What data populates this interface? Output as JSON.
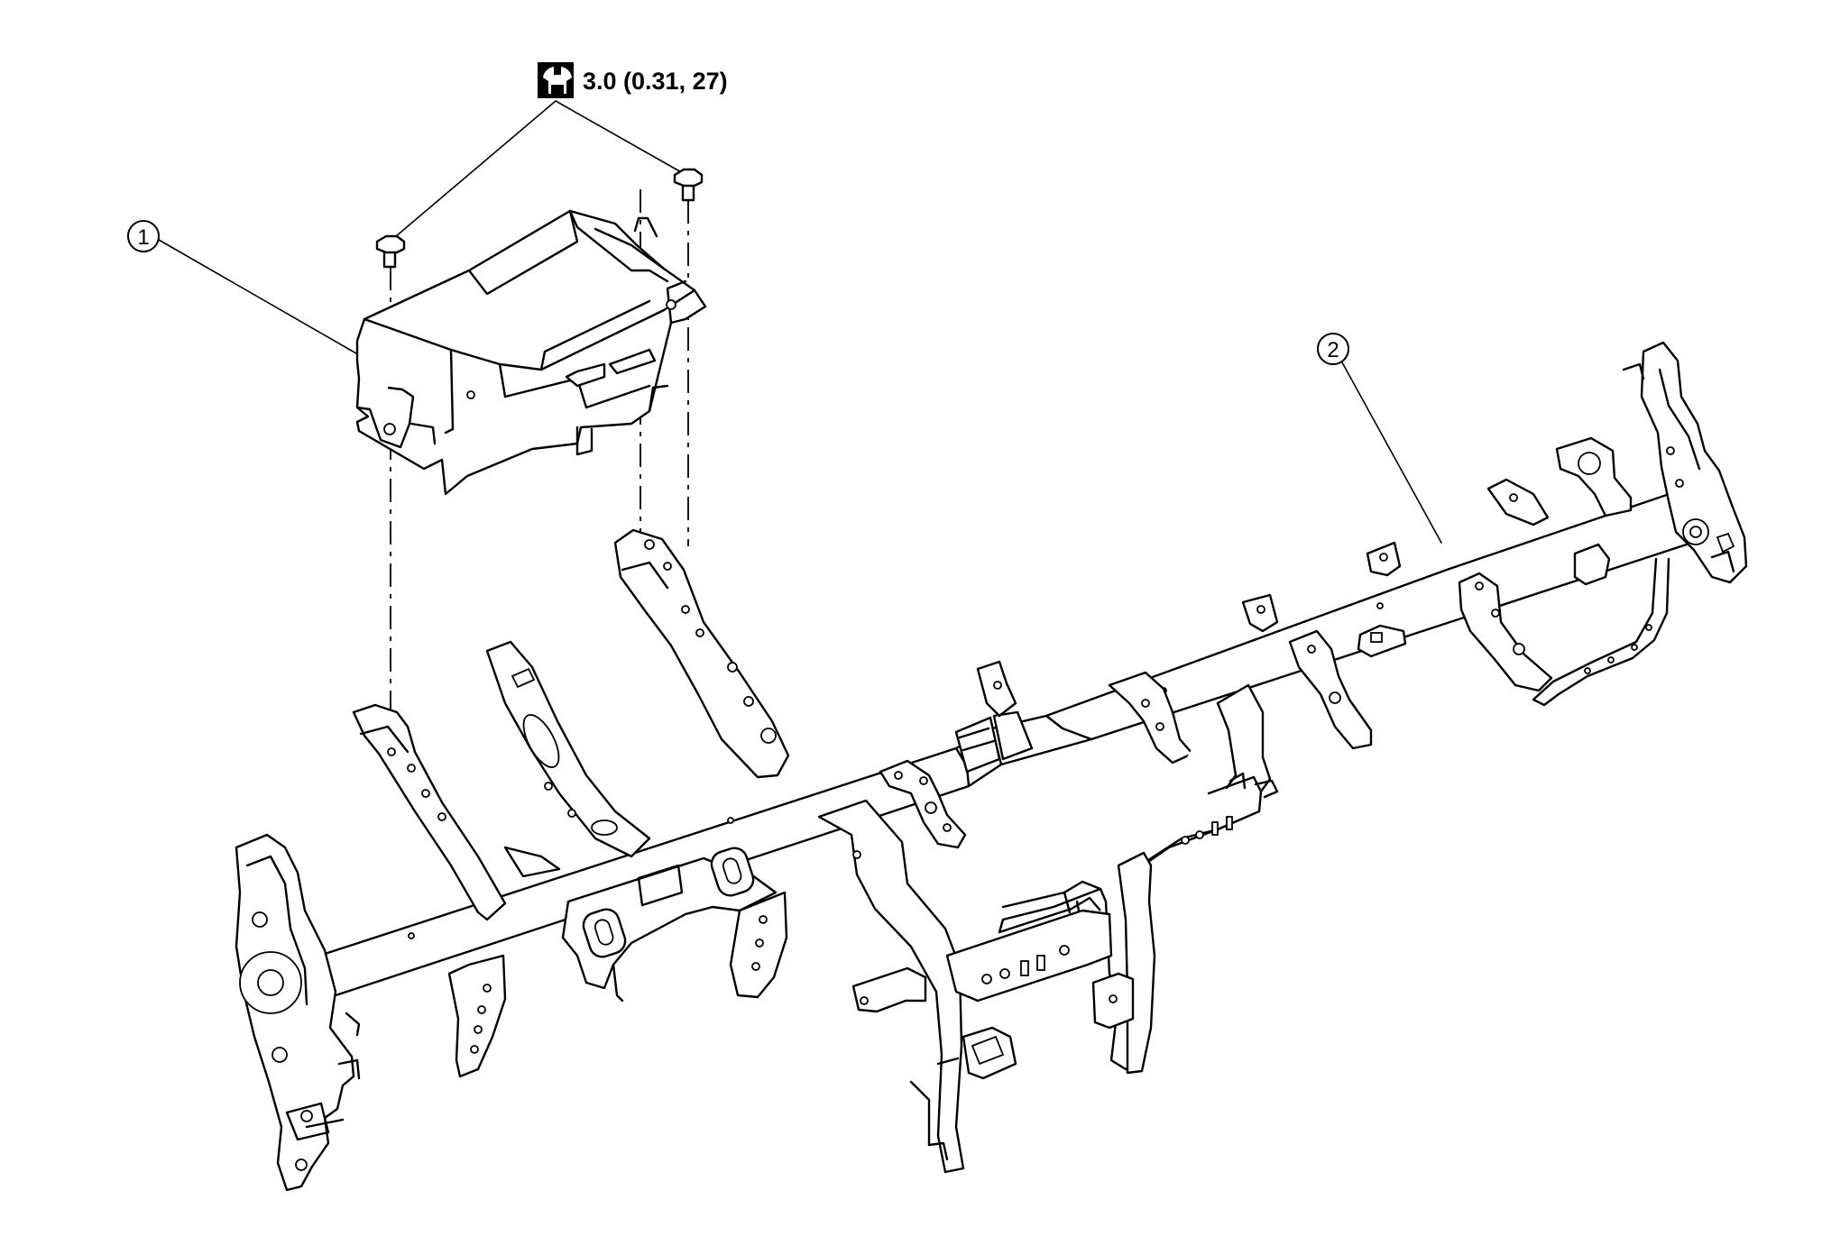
{
  "torque": {
    "icon": "torque-wrench-icon",
    "value_label": "3.0 (0.31, 27)"
  },
  "callouts": [
    {
      "number": "1"
    },
    {
      "number": "2"
    }
  ]
}
